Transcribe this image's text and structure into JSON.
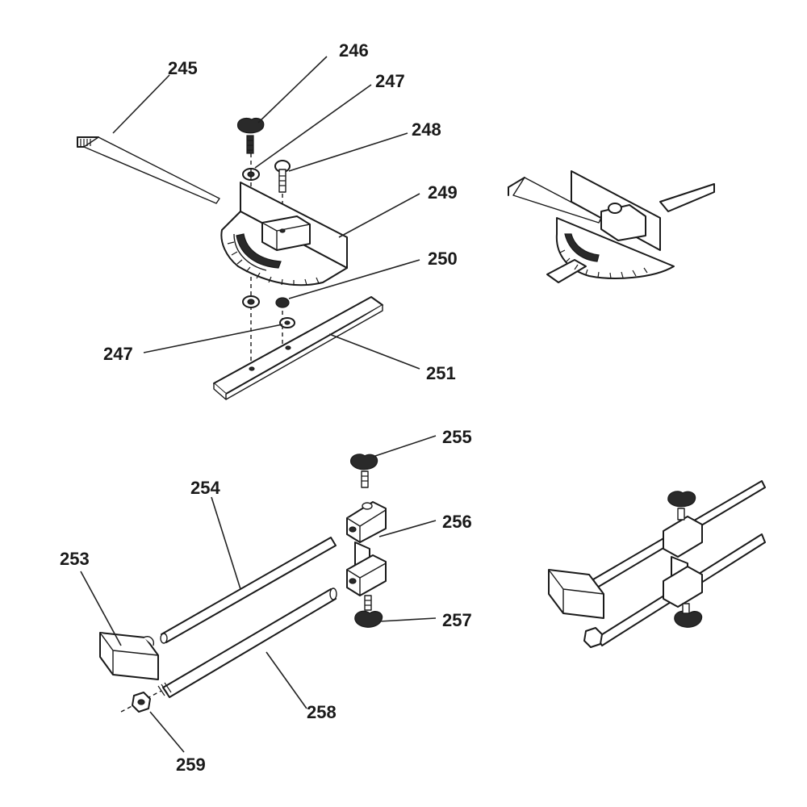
{
  "callouts": {
    "p245": "245",
    "p246": "246",
    "p247a": "247",
    "p248": "248",
    "p249": "249",
    "p250": "250",
    "p247b": "247",
    "p251": "251",
    "p255": "255",
    "p254": "254",
    "p256": "256",
    "p253": "253",
    "p257": "257",
    "p258": "258",
    "p259": "259"
  }
}
